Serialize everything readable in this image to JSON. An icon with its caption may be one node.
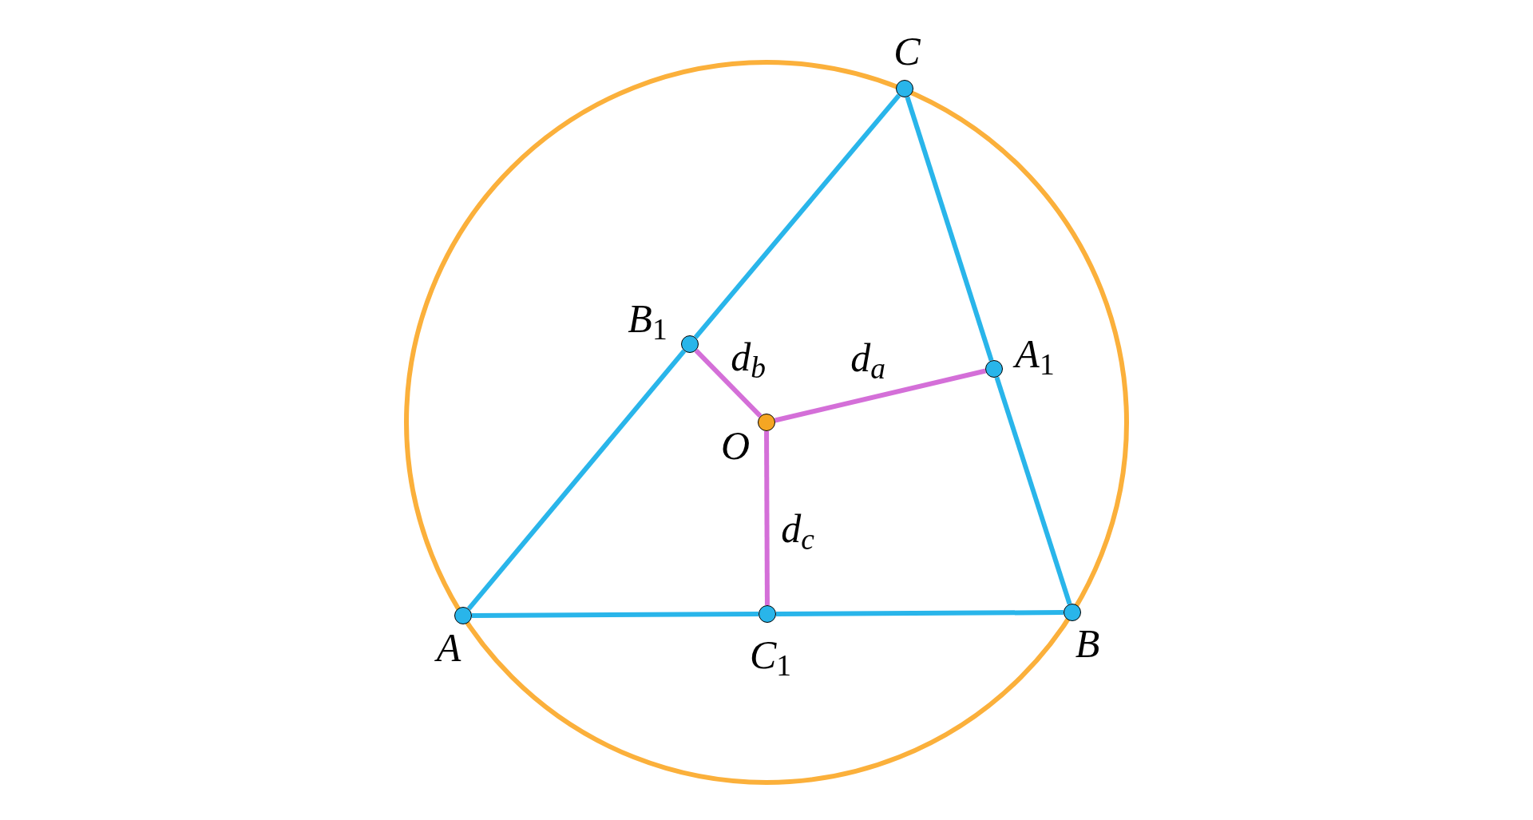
{
  "diagram": {
    "nodes": [
      {
        "text": [],
        "shape": "circle",
        "beside": [
          "C"
        ]
      },
      {
        "text": [],
        "shape": "circle",
        "beside": [
          "B$_{1}$"
        ]
      },
      {
        "text": [],
        "shape": "circle",
        "beside": [
          "A$_{1}$"
        ]
      },
      {
        "text": [],
        "shape": "circle",
        "beside": [
          "O"
        ]
      },
      {
        "text": [],
        "shape": "circle",
        "beside": [
          "A"
        ]
      },
      {
        "text": [],
        "shape": "circle",
        "beside": [
          "C$_{1}$"
        ]
      },
      {
        "text": [],
        "shape": "circle",
        "beside": [
          "B"
        ]
      }
    ],
    "edges": [
      {
        "from": 4,
        "to": 5,
        "arrow": "none"
      },
      {
        "from": 5,
        "to": 6,
        "arrow": "none"
      },
      {
        "from": 6,
        "to": 2,
        "arrow": "none"
      },
      {
        "from": 2,
        "to": 0,
        "arrow": "none"
      },
      {
        "from": 0,
        "to": 1,
        "arrow": "none"
      },
      {
        "from": 1,
        "to": 4,
        "arrow": "none"
      },
      {
        "from": 3,
        "to": 2,
        "arrow": "none",
        "label": "d$_{a}$",
        "color": "#d46fd8"
      },
      {
        "from": 3,
        "to": 1,
        "arrow": "none",
        "label": "d$_{b}$",
        "color": "#d46fd8"
      },
      {
        "from": 3,
        "to": 5,
        "arrow": "none",
        "label": "d$_{c}$",
        "color": "#d46fd8"
      }
    ]
  }
}
